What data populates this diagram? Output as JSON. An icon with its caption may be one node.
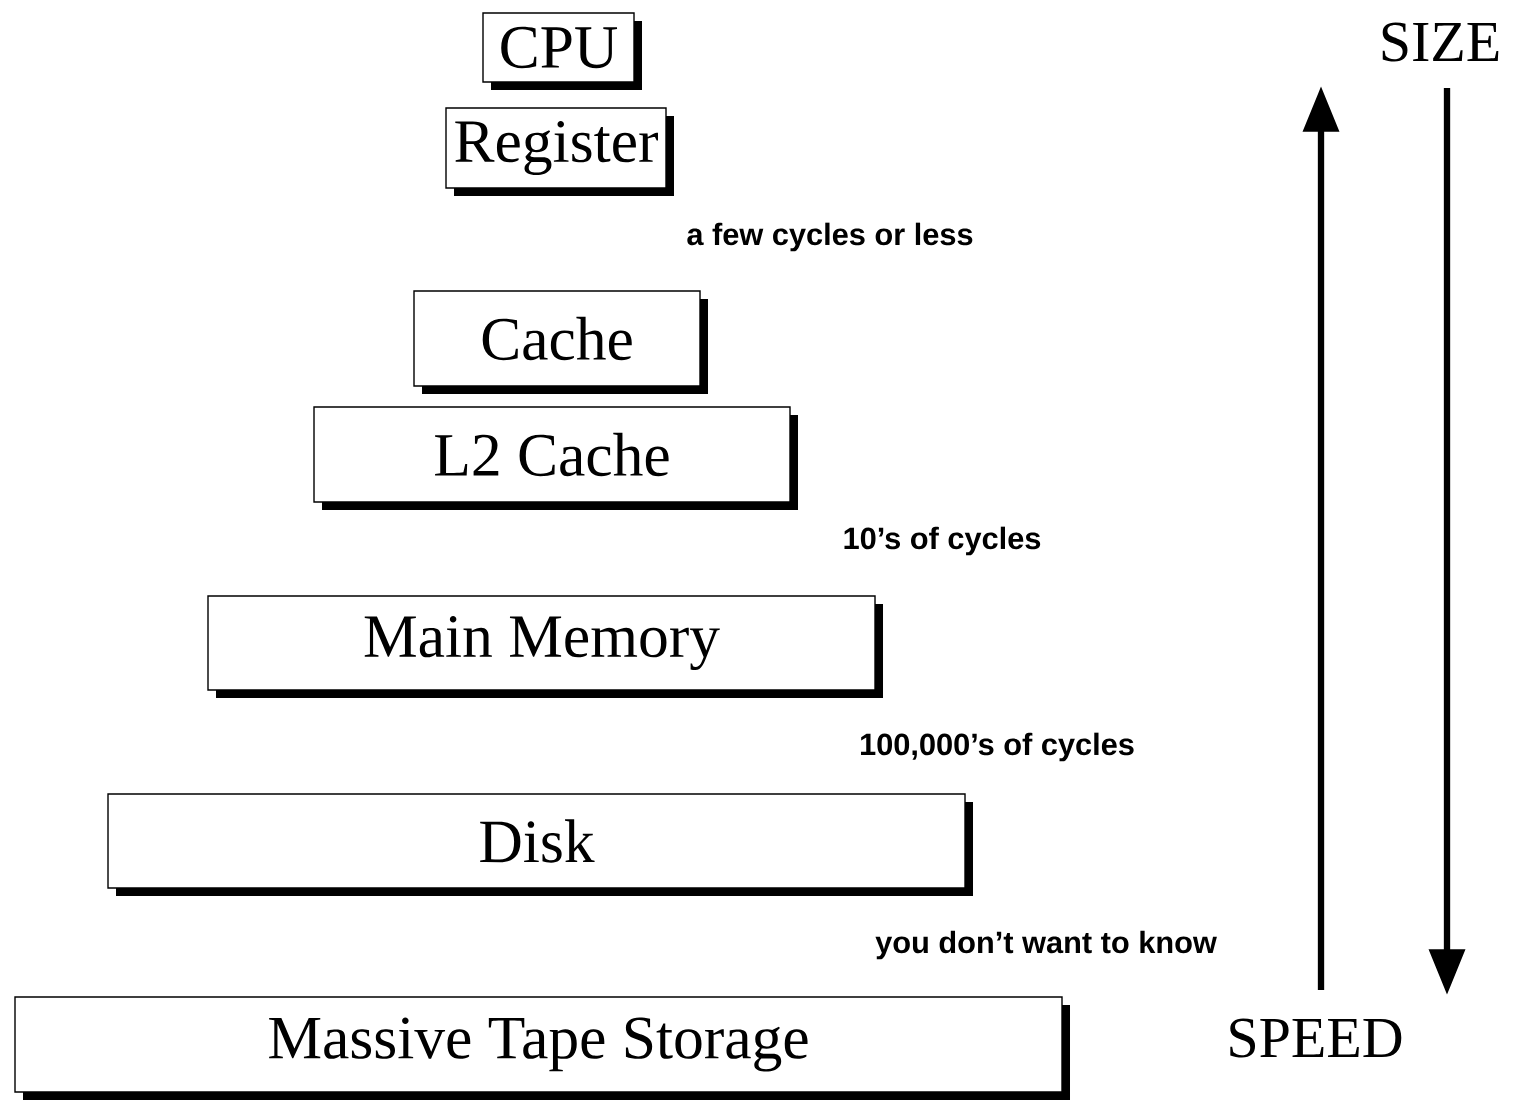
{
  "diagram": {
    "nodes": [
      {
        "text": [
          "CPU"
        ]
      },
      {
        "text": [
          "Register"
        ]
      },
      {
        "text": [
          "Cache"
        ]
      },
      {
        "text": [
          "L2 Cache"
        ]
      },
      {
        "text": [
          "Main Memory"
        ]
      },
      {
        "text": [
          "Disk"
        ]
      },
      {
        "text": [
          "Massive Tape Storage"
        ]
      }
    ],
    "labels": [
      "SIZE",
      "a few cycles or less",
      "10’s of cycles",
      "100,000’s of cycles",
      "you don’t want to know",
      "SPEED"
    ]
  }
}
